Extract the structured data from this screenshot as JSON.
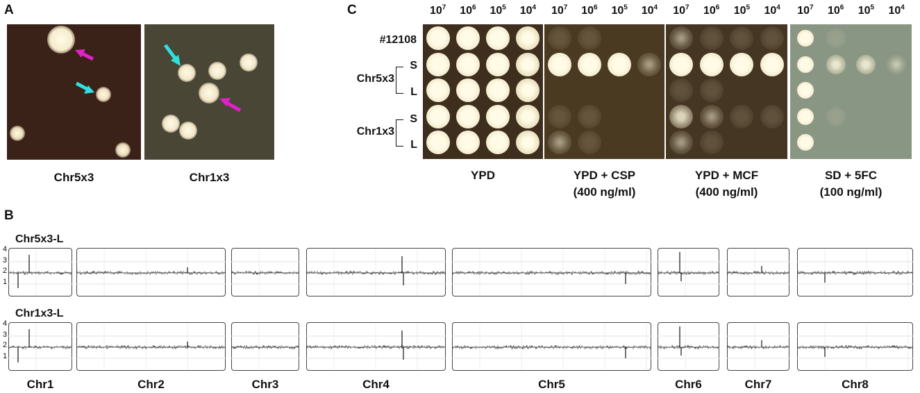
{
  "panels": {
    "a": "A",
    "b": "B",
    "c": "C"
  },
  "panel_a": {
    "captions": [
      "Chr5x3",
      "Chr1x3"
    ],
    "arrow_colors": {
      "magenta": "#e020c8",
      "cyan": "#30e0e0"
    }
  },
  "panel_c": {
    "dilution_base": "10",
    "dilution_exponents": [
      "7",
      "6",
      "5",
      "4"
    ],
    "strains": {
      "ref": "#12108",
      "chr5": "Chr5x3",
      "chr1": "Chr1x3",
      "s": "S",
      "l": "L"
    },
    "media": [
      {
        "line1": "YPD",
        "line2": ""
      },
      {
        "line1": "YPD + CSP",
        "line2": "(400 ng/ml)"
      },
      {
        "line1": "YPD + MCF",
        "line2": "(400 ng/ml)"
      },
      {
        "line1": "SD + 5FC",
        "line2": "(100 ng/ml)"
      }
    ]
  },
  "panel_b": {
    "tracks": [
      "Chr5x3-L",
      "Chr1x3-L"
    ],
    "y_ticks": [
      "4",
      "3",
      "2",
      "1"
    ],
    "chromosomes": [
      "Chr1",
      "Chr2",
      "Chr3",
      "Chr4",
      "Chr5",
      "Chr6",
      "Chr7",
      "Chr8"
    ]
  }
}
